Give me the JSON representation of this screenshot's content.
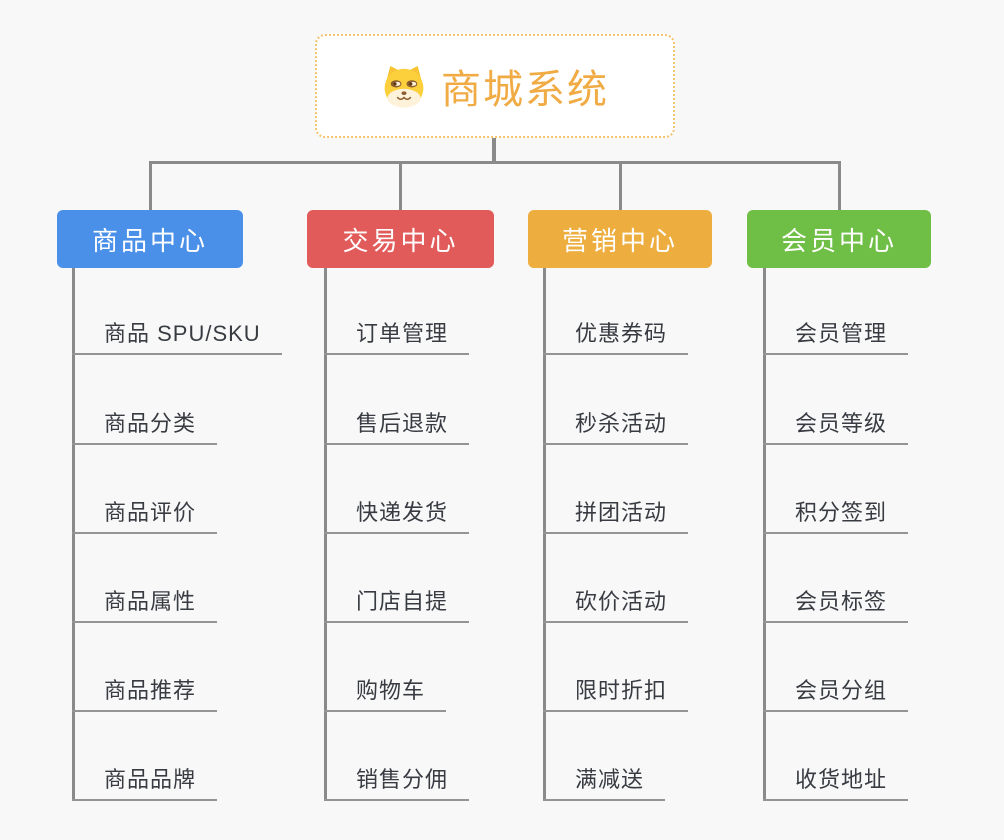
{
  "canvas": {
    "background": "#f8f8f8"
  },
  "connector_color": "#8a8a8a",
  "root": {
    "title": "商城系统",
    "icon": "dog-face-icon",
    "title_color": "#f0ab44",
    "border_color": "#f5c36b",
    "background": "#ffffff"
  },
  "branches": [
    {
      "label": "商品中心",
      "color": "#4a90e8",
      "items": [
        "商品 SPU/SKU",
        "商品分类",
        "商品评价",
        "商品属性",
        "商品推荐",
        "商品品牌"
      ]
    },
    {
      "label": "交易中心",
      "color": "#e25b5b",
      "items": [
        "订单管理",
        "售后退款",
        "快递发货",
        "门店自提",
        "购物车",
        "销售分佣"
      ]
    },
    {
      "label": "营销中心",
      "color": "#edad3f",
      "items": [
        "优惠券码",
        "秒杀活动",
        "拼团活动",
        "砍价活动",
        "限时折扣",
        "满减送"
      ]
    },
    {
      "label": "会员中心",
      "color": "#6fbe46",
      "items": [
        "会员管理",
        "会员等级",
        "积分签到",
        "会员标签",
        "会员分组",
        "收货地址"
      ]
    }
  ]
}
